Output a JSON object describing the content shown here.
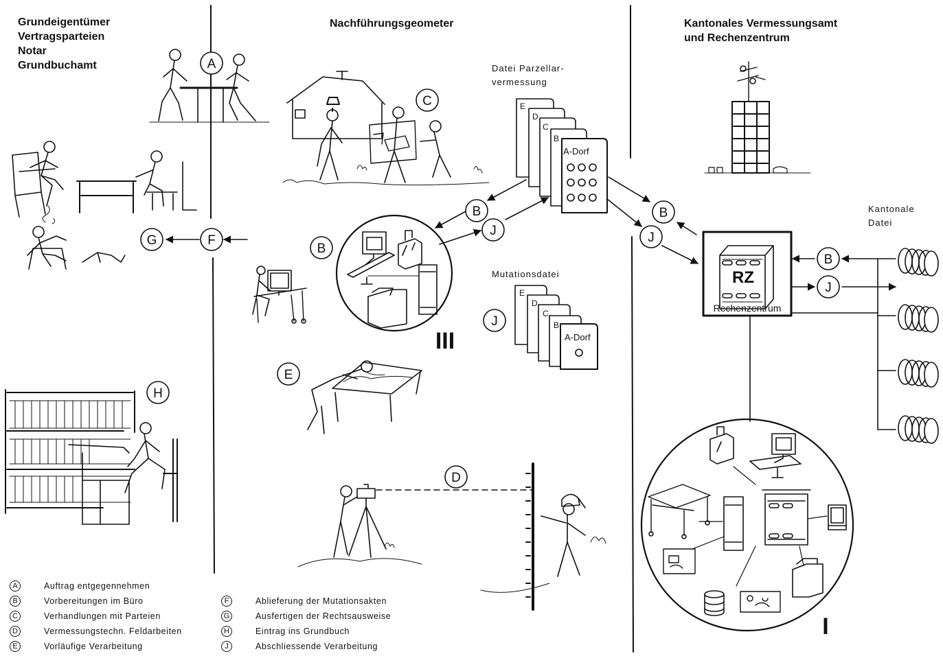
{
  "columns": [
    {
      "lines": [
        "Grundeigentümer",
        "Vertragsparteien",
        "Notar",
        "Grundbuchamt"
      ]
    },
    {
      "lines": [
        "Nachführungsgeometer"
      ]
    },
    {
      "lines": [
        "Kantonales Vermessungsamt",
        "und Rechenzentrum"
      ]
    }
  ],
  "file_labels": {
    "parzellar": [
      "Datei Parzellar-",
      "vermessung"
    ],
    "mutation": "Mutationsdatei",
    "kantonal": [
      "Kantonale",
      "Datei"
    ]
  },
  "card_letters": [
    "E",
    "D",
    "C",
    "B"
  ],
  "card_front": "A-Dorf",
  "rz": {
    "abbr": "RZ",
    "name": "Rechenzentrum"
  },
  "roman": {
    "small_center": "III",
    "big_center": "I"
  },
  "markers": {
    "A": "A",
    "B": "B",
    "C": "C",
    "D": "D",
    "E": "E",
    "F": "F",
    "G": "G",
    "H": "H",
    "J": "J"
  },
  "legend": [
    {
      "key": "A",
      "text": "Auftrag entgegennehmen"
    },
    {
      "key": "B",
      "text": "Vorbereitungen im Büro"
    },
    {
      "key": "C",
      "text": "Verhandlungen mit Parteien"
    },
    {
      "key": "D",
      "text": "Vermessungstechn. Feldarbeiten"
    },
    {
      "key": "E",
      "text": "Vorläufige Verarbeitung"
    },
    {
      "key": "F",
      "text": "Ablieferung der Mutationsakten"
    },
    {
      "key": "G",
      "text": "Ausfertigen der Rechtsausweise"
    },
    {
      "key": "H",
      "text": "Eintrag ins Grundbuch"
    },
    {
      "key": "J",
      "text": "Abschliessende Verarbeitung"
    }
  ]
}
